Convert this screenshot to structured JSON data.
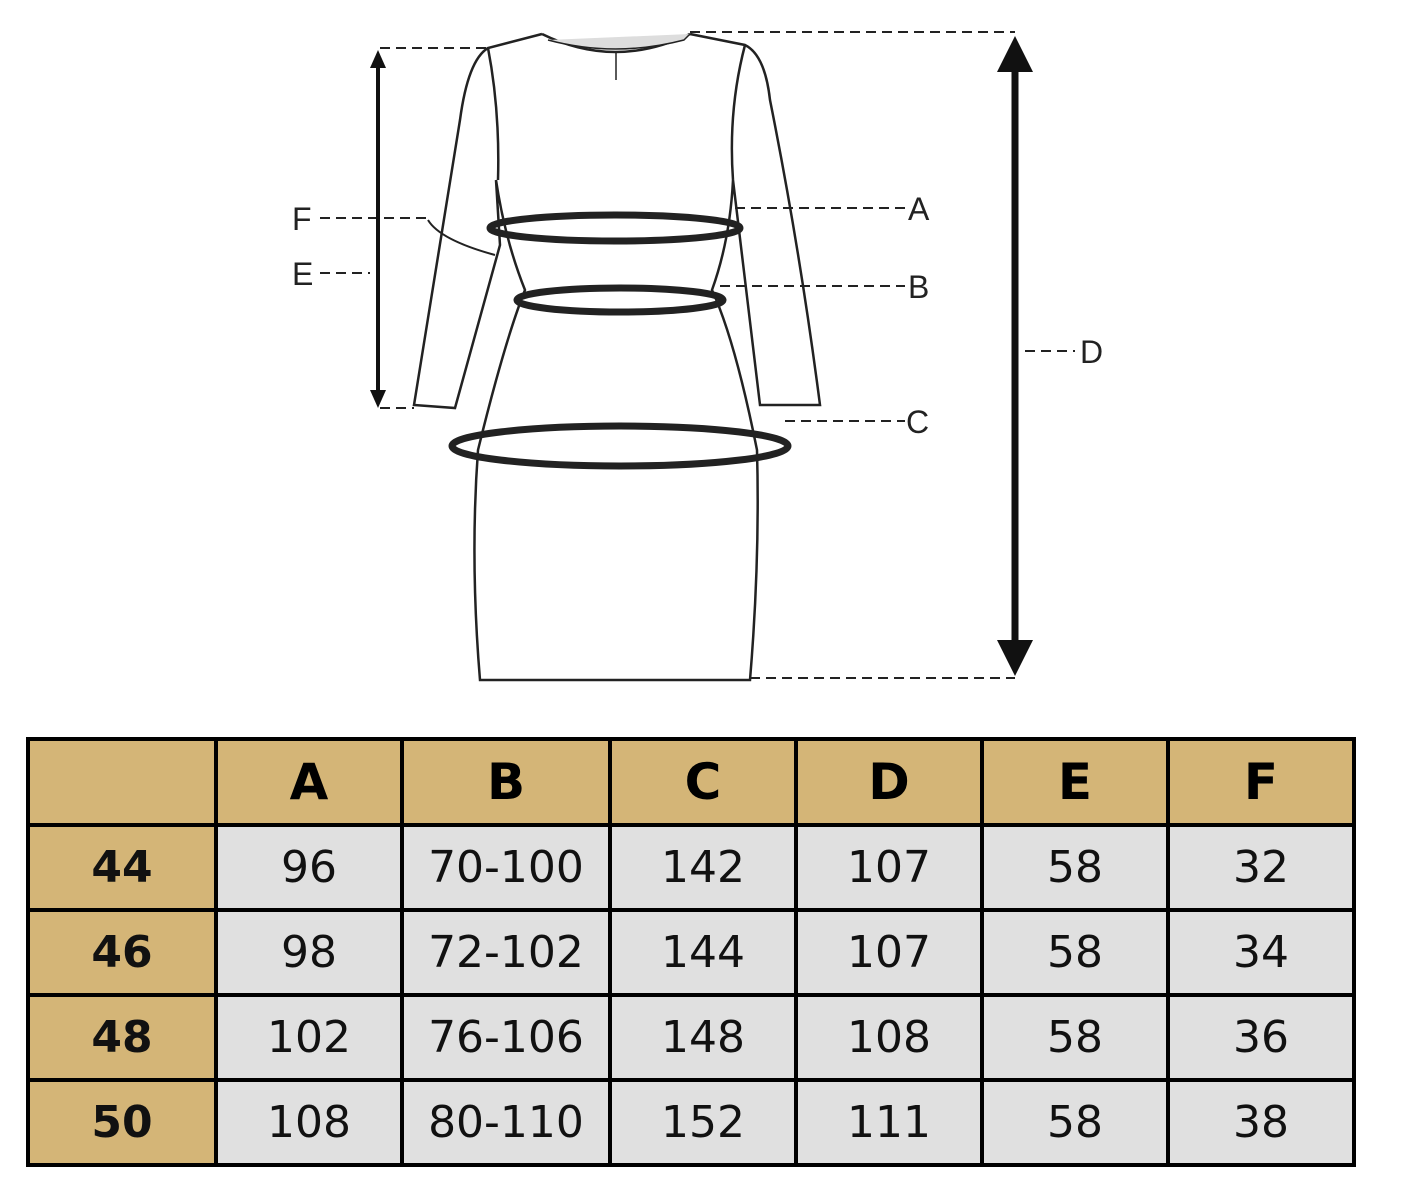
{
  "diagram": {
    "labels": {
      "A": "A",
      "B": "B",
      "C": "C",
      "D": "D",
      "E": "E",
      "F": "F"
    }
  },
  "table": {
    "headers": [
      "",
      "A",
      "B",
      "C",
      "D",
      "E",
      "F"
    ],
    "rows": [
      {
        "size": "44",
        "values": [
          "96",
          "70-100",
          "142",
          "107",
          "58",
          "32"
        ]
      },
      {
        "size": "46",
        "values": [
          "98",
          "72-102",
          "144",
          "107",
          "58",
          "34"
        ]
      },
      {
        "size": "48",
        "values": [
          "102",
          "76-106",
          "148",
          "108",
          "58",
          "36"
        ]
      },
      {
        "size": "50",
        "values": [
          "108",
          "80-110",
          "152",
          "111",
          "58",
          "38"
        ]
      }
    ]
  },
  "colors": {
    "header_bg": "#D4B577",
    "cell_bg": "#E0E0E0",
    "border": "#000000"
  }
}
